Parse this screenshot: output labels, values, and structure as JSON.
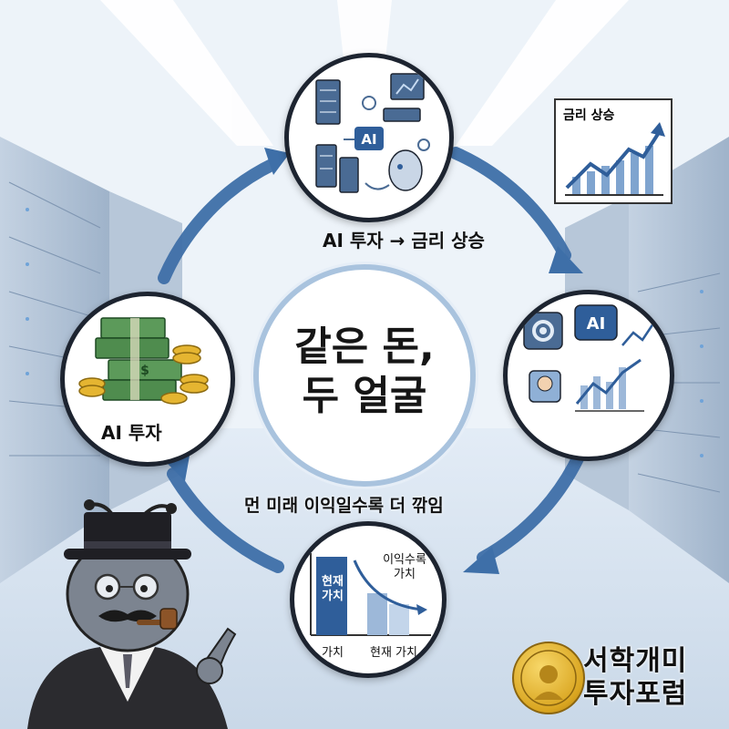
{
  "center": {
    "line1": "같은 돈,",
    "line2": "두 얼굴"
  },
  "nodes": {
    "investment": {
      "label": "AI 투자"
    },
    "top": {
      "label": "AI 투자 → 금리 상승",
      "badge": "AI"
    },
    "right": {
      "badge": "AI"
    },
    "bottom": {
      "label": "먼 미래 이익일수록 더 깎임",
      "bar_label": "현재\n가치",
      "curve_label": "이익수록\n가치",
      "axis_left": "가치",
      "axis_right": "현재 가치"
    }
  },
  "rate_card": {
    "title": "금리 상승"
  },
  "brand": {
    "line1": "서학개미",
    "line2": "투자포럼"
  },
  "colors": {
    "arrow": "#3e6fa8",
    "accent": "#2f5e9a",
    "ring": "#a9c3de"
  }
}
